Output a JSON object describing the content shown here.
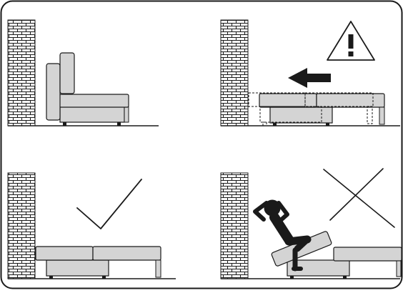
{
  "instruction_sheet": {
    "panels": [
      {
        "id": "panel-1",
        "subject": "sofa-seated-position"
      },
      {
        "id": "panel-2",
        "subject": "sofa-pull-out-with-warning"
      },
      {
        "id": "panel-3",
        "subject": "sofa-bed-extended-correct"
      },
      {
        "id": "panel-4",
        "subject": "person-leaning-on-backrest-incorrect"
      }
    ],
    "warning_glyph": "!",
    "icons": [
      "warning-icon",
      "left-arrow-icon",
      "checkmark-icon",
      "cross-icon",
      "person-icon"
    ],
    "colors": {
      "cushion": "#d4d4d4",
      "outline": "#1a1a1a",
      "brick": "#ffffff",
      "background": "#ffffff"
    }
  }
}
